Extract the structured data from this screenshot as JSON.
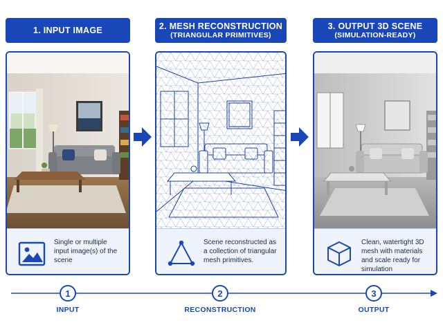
{
  "stages": [
    {
      "title": "1. INPUT IMAGE",
      "subtitle": "",
      "description": "Single or multiple input image(s) of the scene",
      "icon": "image-icon"
    },
    {
      "title": "2. MESH RECONSTRUCTION",
      "subtitle": "(TRIANGULAR PRIMITIVES)",
      "description": "Scene reconstructed as a collection of triangular mesh primitives.",
      "icon": "triangle-icon"
    },
    {
      "title": "3. OUTPUT 3D SCENE",
      "subtitle": "(SIMULATION-READY)",
      "description": "Clean, watertight 3D mesh with materials and scale ready for simulation",
      "icon": "cube-icon"
    }
  ],
  "timeline": {
    "steps": [
      {
        "number": "1",
        "label": "INPUT"
      },
      {
        "number": "2",
        "label": "RECONSTRUCTION"
      },
      {
        "number": "3",
        "label": "OUTPUT"
      }
    ]
  },
  "colors": {
    "accent": "#1a47b8",
    "panel_bg": "#eef3fc",
    "wall": "#e4e0da",
    "sofa": "#8e9196",
    "floor": "#8a6a4a"
  }
}
